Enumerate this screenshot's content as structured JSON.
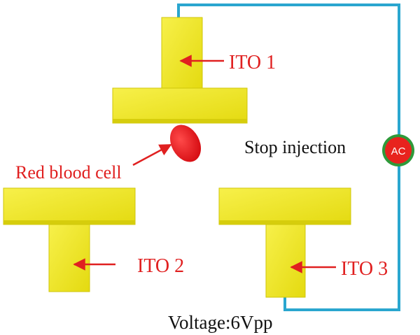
{
  "labels": {
    "ito1": "ITO 1",
    "ito2": "ITO 2",
    "ito3": "ITO 3",
    "cell": "Red blood cell",
    "status": "Stop injection",
    "voltage": "Voltage:6Vpp",
    "source": "AC"
  },
  "colors": {
    "electrode": "#f2ea1c",
    "electrode_shade": "#c9c10a",
    "wire": "#2aa6cf",
    "arrow": "#e02020",
    "label_red": "#e02020",
    "cell": "#e8141b",
    "source_fill": "#e8231e",
    "source_ring": "#2e9a3a"
  }
}
